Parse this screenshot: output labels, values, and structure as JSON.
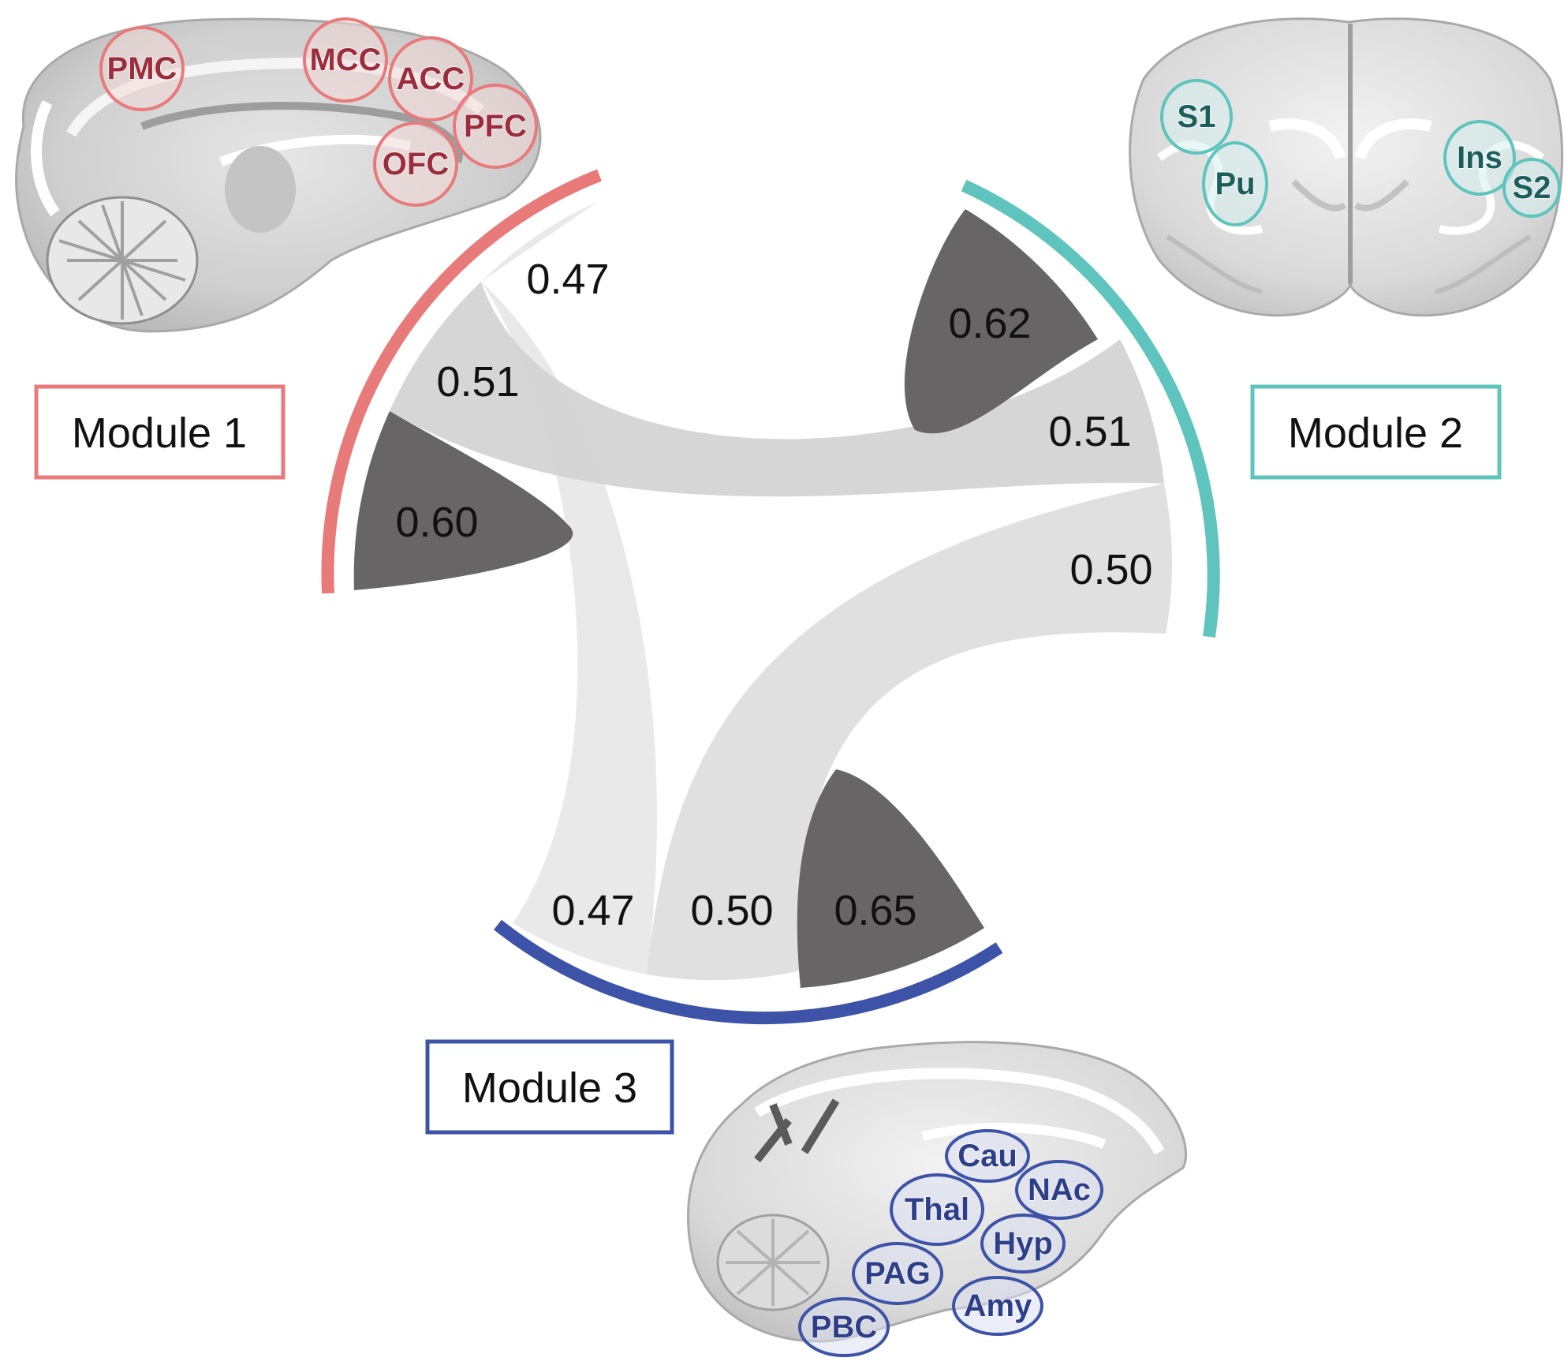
{
  "modules": [
    {
      "label": "Module 1",
      "color": "#e97a7a",
      "regions": [
        "PMC",
        "MCC",
        "ACC",
        "PFC",
        "OFC"
      ]
    },
    {
      "label": "Module 2",
      "color": "#5ec4bd",
      "regions": [
        "S1",
        "Pu",
        "Ins",
        "S2"
      ]
    },
    {
      "label": "Module 3",
      "color": "#3d53a8",
      "regions": [
        "Cau",
        "NAc",
        "Thal",
        "Hyp",
        "PAG",
        "Amy",
        "PBC"
      ]
    }
  ],
  "connections": {
    "m1_self": "0.60",
    "m2_self": "0.62",
    "m3_self": "0.65",
    "m1_m2": {
      "at_m1": "0.51",
      "at_m2": "0.51"
    },
    "m1_m3": {
      "at_m1": "0.47",
      "at_m3": "0.47"
    },
    "m2_m3": {
      "at_m2": "0.50",
      "at_m3": "0.50"
    }
  },
  "colors": {
    "self_chord": "#676565",
    "chord_m1_m2": "#d3d3d3",
    "chord_m1_m3": "#e9e9e9",
    "chord_m2_m3": "#dedede",
    "module1_text": "#9c2d3c",
    "module2_text": "#1c5e5b",
    "module3_text": "#2d3f88"
  }
}
